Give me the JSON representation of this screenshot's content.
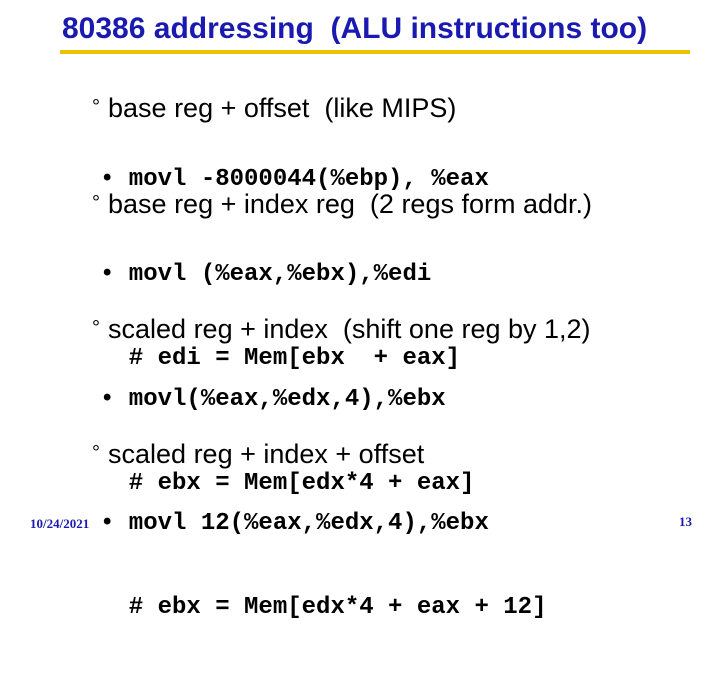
{
  "slide": {
    "title": "80386 addressing  (ALU instructions too)",
    "bullet_symbol": "°",
    "sections": [
      {
        "heading": "base reg + offset  (like MIPS)",
        "code_lines": [
          "• movl -8000044(%ebp), %eax"
        ]
      },
      {
        "heading": "base reg + index reg  (2 regs form addr.)",
        "code_lines": [
          "• movl (%eax,%ebx),%edi",
          "  # edi = Mem[ebx  + eax]"
        ]
      },
      {
        "heading": "scaled reg + index  (shift one reg by 1,2)",
        "code_lines": [
          "• movl(%eax,%edx,4),%ebx",
          "  # ebx = Mem[edx*4 + eax]"
        ]
      },
      {
        "heading": "scaled reg + index + offset",
        "code_lines": [
          "• movl 12(%eax,%edx,4),%ebx",
          "  # ebx = Mem[edx*4 + eax + 12]"
        ]
      }
    ],
    "footer": {
      "date": "10/24/2021",
      "page_number": "13"
    },
    "colors": {
      "title": "#1a1ab0",
      "rule": "#e8c300",
      "footer": "#1a1ab0"
    }
  }
}
